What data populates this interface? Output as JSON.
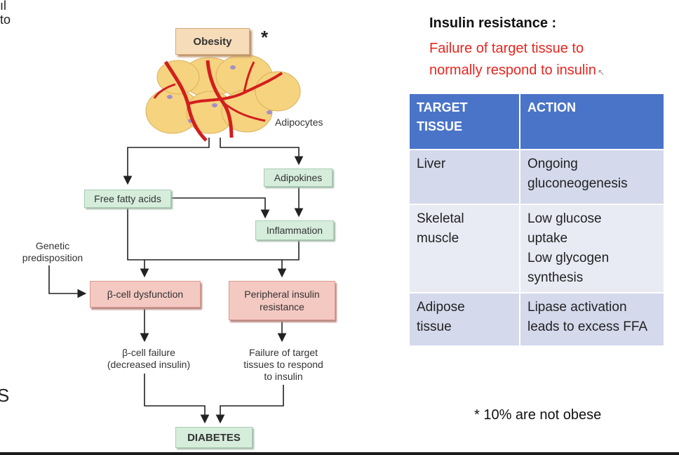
{
  "left_cutoff": {
    "line1": "ıl",
    "line2": "to",
    "line3": "S"
  },
  "diagram": {
    "obesity": "Obesity",
    "star": "*",
    "adipocytes": "Adipocytes",
    "adipokines": "Adipokines",
    "free_fatty_acids": "Free fatty acids",
    "inflammation": "Inflammation",
    "genetic_line1": "Genetic",
    "genetic_line2": "predisposition",
    "beta_dysfunction": "β-cell dysfunction",
    "peripheral_line1": "Peripheral insulin",
    "peripheral_line2": "resistance",
    "beta_failure_line1": "β-cell failure",
    "beta_failure_line2": "(decreased insulin)",
    "target_failure_line1": "Failure of target",
    "target_failure_line2": "tissues to respond",
    "target_failure_line3": "to insulin",
    "diabetes": "DIABETES"
  },
  "insulin_resistance": {
    "heading": "Insulin resistance :",
    "definition_line1": "Failure of target tissue to",
    "definition_line2": "normally respond to insulin",
    "colors": {
      "definition": "#e8251f",
      "header_bg": "#4a74c8"
    }
  },
  "table": {
    "headers": {
      "col1_line1": "TARGET",
      "col1_line2": "TISSUE",
      "col2": "ACTION"
    },
    "rows": [
      {
        "tissue_line1": "Liver",
        "tissue_line2": "",
        "action_line1": "Ongoing",
        "action_line2": "gluconeogenesis",
        "action_line3": "",
        "action_line4": ""
      },
      {
        "tissue_line1": "Skeletal",
        "tissue_line2": "muscle",
        "action_line1": "Low glucose",
        "action_line2": "uptake",
        "action_line3": "Low glycogen",
        "action_line4": "synthesis"
      },
      {
        "tissue_line1": "Adipose",
        "tissue_line2": "tissue",
        "action_line1": "Lipase activation",
        "action_line2": "leads to excess FFA",
        "action_line3": "",
        "action_line4": ""
      }
    ]
  },
  "footnote": "* 10% are not obese"
}
